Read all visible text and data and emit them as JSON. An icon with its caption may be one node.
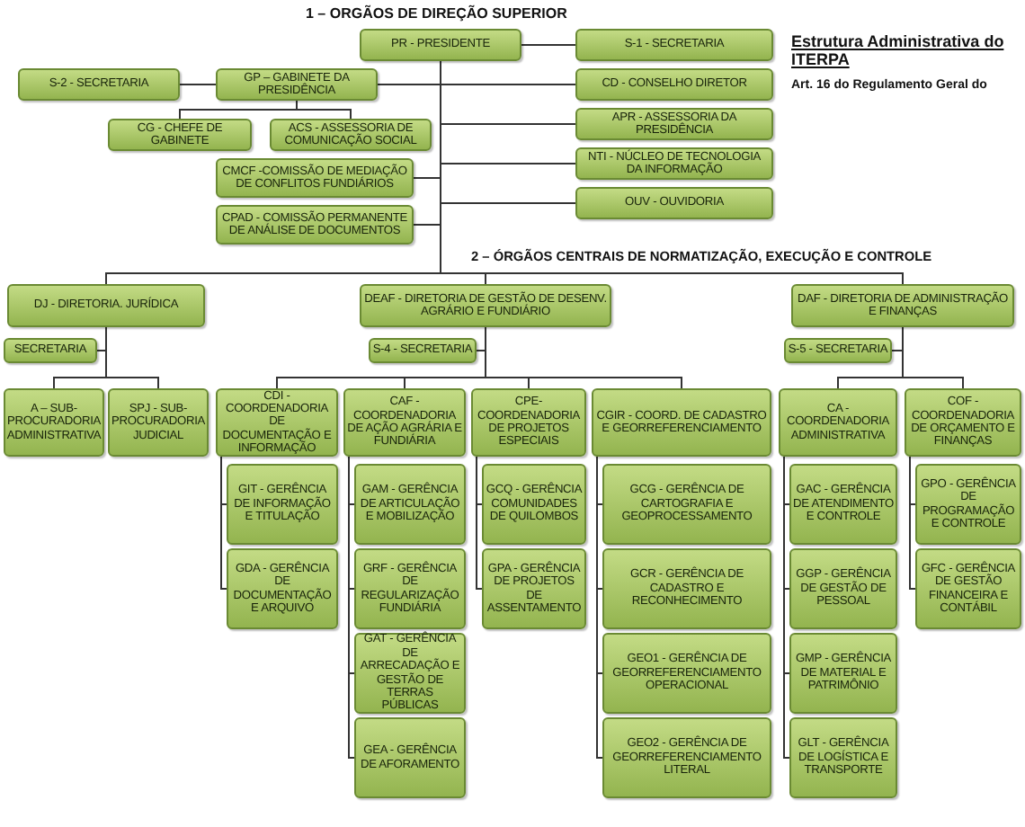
{
  "diagram": {
    "title": "Estrutura Administrativa do ITERPA",
    "nodes": [
      {
        "text": [
          "PR - PRESIDENTE"
        ]
      },
      {
        "text": [
          "S-1 - SECRETARIA"
        ]
      },
      {
        "text": [
          "CD - CONSELHO DIRETOR"
        ]
      },
      {
        "text": [
          "APR - ASSESSORIA DA PRESIDÊNCIA"
        ]
      },
      {
        "text": [
          "NTI - NÚCLEO DE TECNOLOGIA DA INFORMAÇÃO"
        ]
      },
      {
        "text": [
          "OUV - OUVIDORIA"
        ]
      },
      {
        "text": [
          "S-2 - SECRETARIA"
        ]
      },
      {
        "text": [
          "GP – GABINETE DA PRESIDÊNCIA"
        ]
      },
      {
        "text": [
          "CG - CHEFE DE GABINETE"
        ]
      },
      {
        "text": [
          "ACS - ASSESSORIA DE COMUNICAÇÃO SOCIAL"
        ]
      },
      {
        "text": [
          "CMCF -COMISSÃO DE MEDIAÇÃO DE CONFLITOS FUNDIÁRIOS"
        ]
      },
      {
        "text": [
          "CPAD - COMISSÃO PERMANENTE DE ANÁLISE DE DOCUMENTOS"
        ]
      },
      {
        "text": [
          "DJ - DIRETORIA. JURÍDICA"
        ]
      },
      {
        "text": [
          "SECRETARIA"
        ]
      },
      {
        "text": [
          "A – SUB-PROCURADORIA ADMINISTRATIVA"
        ]
      },
      {
        "text": [
          "SPJ - SUB-PROCURADORIA JUDICIAL"
        ]
      },
      {
        "text": [
          "DEAF - DIRETORIA DE GESTÃO DE DESENV. AGRÁRIO E FUNDIÁRIO"
        ]
      },
      {
        "text": [
          "S-4 - SECRETARIA"
        ]
      },
      {
        "text": [
          "CDI - COORDENADORIA DE DOCUMENTAÇÃO E INFORMAÇÃO"
        ]
      },
      {
        "text": [
          "GIT - GERÊNCIA DE INFORMAÇÃO E TITULAÇÃO"
        ]
      },
      {
        "text": [
          "GDA - GERÊNCIA DE DOCUMENTAÇÃO E ARQUIVO"
        ]
      },
      {
        "text": [
          "CAF - COORDENADORIA DE AÇÃO AGRÁRIA E FUNDIÁRIA"
        ]
      },
      {
        "text": [
          "GAM - GERÊNCIA DE ARTICULAÇÃO E MOBILIZAÇÃO"
        ]
      },
      {
        "text": [
          "GRF - GERÊNCIA DE REGULARIZAÇÃO FUNDIÁRIA"
        ]
      },
      {
        "text": [
          "GAT - GERÊNCIA DE ARRECADAÇÃO E GESTÃO DE TERRAS PÚBLICAS"
        ]
      },
      {
        "text": [
          "GEA - GERÊNCIA DE AFORAMENTO"
        ]
      },
      {
        "text": [
          "CPE-COORDENADORIA DE PROJETOS ESPECIAIS"
        ]
      },
      {
        "text": [
          "GCQ - GERÊNCIA COMUNIDADES DE QUILOMBOS"
        ]
      },
      {
        "text": [
          "GPA - GERÊNCIA DE PROJETOS DE ASSENTAMENTO"
        ]
      },
      {
        "text": [
          "CGIR - COORD. DE CADASTRO E GEORREFERENCIAMENTO"
        ]
      },
      {
        "text": [
          "GCG - GERÊNCIA DE CARTOGRAFIA E GEOPROCESSAMENTO"
        ]
      },
      {
        "text": [
          "GCR - GERÊNCIA DE CADASTRO E RECONHECIMENTO"
        ]
      },
      {
        "text": [
          "GEO1 - GERÊNCIA DE GEORREFERENCIAMENTO OPERACIONAL"
        ]
      },
      {
        "text": [
          "GEO2 - GERÊNCIA DE GEORREFERENCIAMENTO LITERAL"
        ]
      },
      {
        "text": [
          "DAF - DIRETORIA DE ADMINISTRAÇÃO E FINANÇAS"
        ]
      },
      {
        "text": [
          "S-5 - SECRETARIA"
        ]
      },
      {
        "text": [
          "CA - COORDENADORIA ADMINISTRATIVA"
        ]
      },
      {
        "text": [
          "GAC - GERÊNCIA DE ATENDIMENTO E CONTROLE"
        ]
      },
      {
        "text": [
          "GGP - GERÊNCIA DE GESTÃO DE PESSOAL"
        ]
      },
      {
        "text": [
          "GMP - GERÊNCIA DE MATERIAL E PATRIMÔNIO"
        ]
      },
      {
        "text": [
          "GLT - GERÊNCIA DE LOGÍSTICA E TRANSPORTE"
        ]
      },
      {
        "text": [
          "COF -COORDENADORIA DE ORÇAMENTO E FINANÇAS"
        ]
      },
      {
        "text": [
          "GPO - GERÊNCIA DE PROGRAMAÇÃO E CONTROLE"
        ]
      },
      {
        "text": [
          "GFC - GERÊNCIA DE GESTÃO FINANCEIRA E CONTÁBIL"
        ]
      }
    ],
    "edges": [
      {
        "from": 0,
        "to": 1,
        "arrow": "none"
      },
      {
        "from": 0,
        "to": 2,
        "arrow": "none"
      },
      {
        "from": 0,
        "to": 3,
        "arrow": "none"
      },
      {
        "from": 0,
        "to": 4,
        "arrow": "none"
      },
      {
        "from": 0,
        "to": 5,
        "arrow": "none"
      },
      {
        "from": 0,
        "to": 7,
        "arrow": "none"
      },
      {
        "from": 7,
        "to": 6,
        "arrow": "none"
      },
      {
        "from": 7,
        "to": 8,
        "arrow": "none"
      },
      {
        "from": 7,
        "to": 9,
        "arrow": "none"
      },
      {
        "from": 0,
        "to": 10,
        "arrow": "none"
      },
      {
        "from": 0,
        "to": 11,
        "arrow": "none"
      },
      {
        "from": 0,
        "to": 12,
        "arrow": "none"
      },
      {
        "from": 0,
        "to": 16,
        "arrow": "none"
      },
      {
        "from": 0,
        "to": 34,
        "arrow": "none"
      },
      {
        "from": 12,
        "to": 13,
        "arrow": "none"
      },
      {
        "from": 12,
        "to": 14,
        "arrow": "none"
      },
      {
        "from": 12,
        "to": 15,
        "arrow": "none"
      },
      {
        "from": 16,
        "to": 17,
        "arrow": "none"
      },
      {
        "from": 16,
        "to": 18,
        "arrow": "none"
      },
      {
        "from": 18,
        "to": 19,
        "arrow": "none"
      },
      {
        "from": 18,
        "to": 20,
        "arrow": "none"
      },
      {
        "from": 16,
        "to": 21,
        "arrow": "none"
      },
      {
        "from": 21,
        "to": 22,
        "arrow": "none"
      },
      {
        "from": 21,
        "to": 23,
        "arrow": "none"
      },
      {
        "from": 21,
        "to": 24,
        "arrow": "none"
      },
      {
        "from": 21,
        "to": 25,
        "arrow": "none"
      },
      {
        "from": 16,
        "to": 26,
        "arrow": "none"
      },
      {
        "from": 26,
        "to": 27,
        "arrow": "none"
      },
      {
        "from": 26,
        "to": 28,
        "arrow": "none"
      },
      {
        "from": 16,
        "to": 29,
        "arrow": "none"
      },
      {
        "from": 29,
        "to": 30,
        "arrow": "none"
      },
      {
        "from": 29,
        "to": 31,
        "arrow": "none"
      },
      {
        "from": 29,
        "to": 32,
        "arrow": "none"
      },
      {
        "from": 29,
        "to": 33,
        "arrow": "none"
      },
      {
        "from": 34,
        "to": 35,
        "arrow": "none"
      },
      {
        "from": 34,
        "to": 36,
        "arrow": "none"
      },
      {
        "from": 36,
        "to": 37,
        "arrow": "none"
      },
      {
        "from": 36,
        "to": 38,
        "arrow": "none"
      },
      {
        "from": 36,
        "to": 39,
        "arrow": "none"
      },
      {
        "from": 36,
        "to": 40,
        "arrow": "none"
      },
      {
        "from": 34,
        "to": 41,
        "arrow": "none"
      },
      {
        "from": 41,
        "to": 42,
        "arrow": "none"
      },
      {
        "from": 41,
        "to": 43,
        "arrow": "none"
      }
    ],
    "labels": [
      "1 – ORGÃOS DE DIREÇÃO SUPERIOR",
      "Art. 16 do Regulamento Geral do",
      "2 – ÓRGÃOS CENTRAIS DE NORMATIZAÇÃO, EXECUÇÃO E CONTROLE"
    ]
  }
}
